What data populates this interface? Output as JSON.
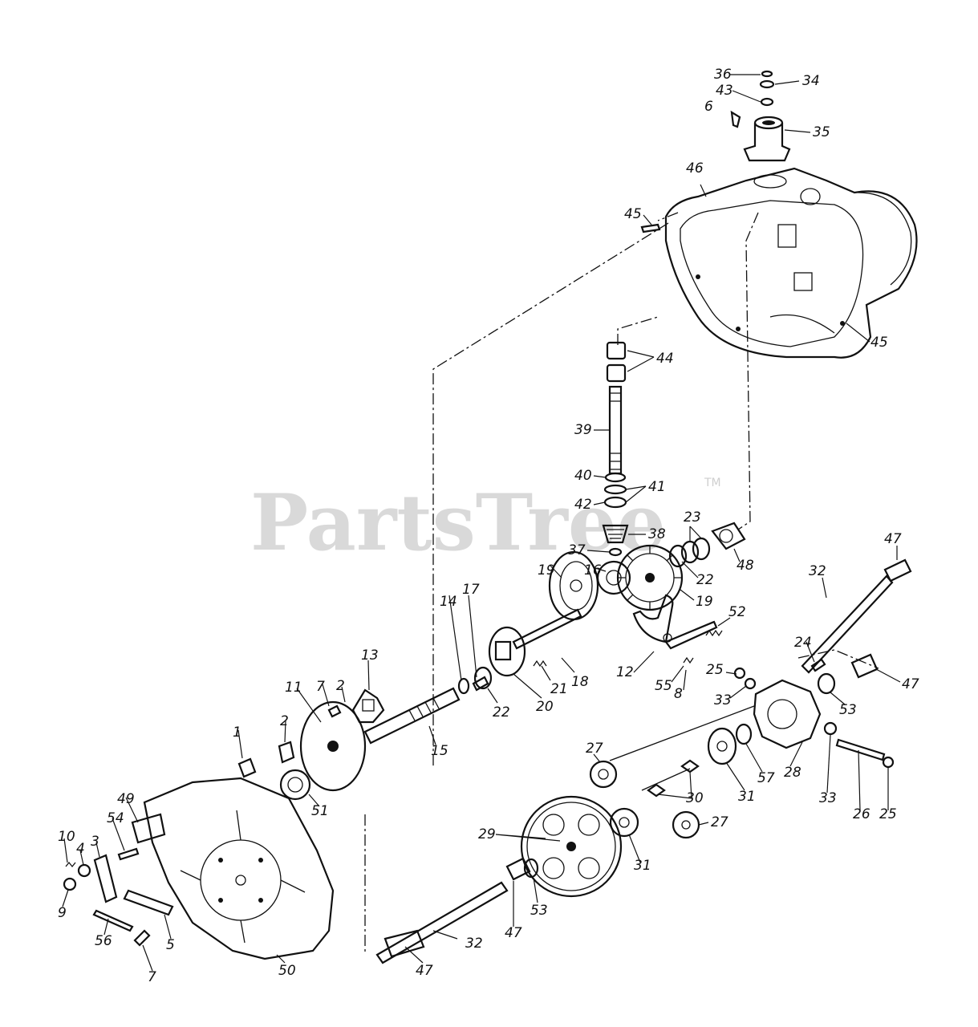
{
  "watermark": {
    "text": "PartsTree",
    "tm": "TM"
  },
  "callouts": [
    {
      "key": "c36",
      "text": "36"
    },
    {
      "key": "c34",
      "text": "34"
    },
    {
      "key": "c43",
      "text": "43"
    },
    {
      "key": "c6",
      "text": "6"
    },
    {
      "key": "c35",
      "text": "35"
    },
    {
      "key": "c46",
      "text": "46"
    },
    {
      "key": "c45a",
      "text": "45"
    },
    {
      "key": "c45b",
      "text": "45"
    },
    {
      "key": "c44",
      "text": "44"
    },
    {
      "key": "c39",
      "text": "39"
    },
    {
      "key": "c40",
      "text": "40"
    },
    {
      "key": "c41",
      "text": "41"
    },
    {
      "key": "c42",
      "text": "42"
    },
    {
      "key": "c23",
      "text": "23"
    },
    {
      "key": "c38",
      "text": "38"
    },
    {
      "key": "c37",
      "text": "37"
    },
    {
      "key": "c22a",
      "text": "22"
    },
    {
      "key": "c48",
      "text": "48"
    },
    {
      "key": "c47a",
      "text": "47"
    },
    {
      "key": "c32a",
      "text": "32"
    },
    {
      "key": "c19a",
      "text": "19"
    },
    {
      "key": "c16",
      "text": "16"
    },
    {
      "key": "c19b",
      "text": "19"
    },
    {
      "key": "c17",
      "text": "17"
    },
    {
      "key": "c14",
      "text": "14"
    },
    {
      "key": "c52",
      "text": "52"
    },
    {
      "key": "c24",
      "text": "24"
    },
    {
      "key": "c13",
      "text": "13"
    },
    {
      "key": "c12",
      "text": "12"
    },
    {
      "key": "c25a",
      "text": "25"
    },
    {
      "key": "c21",
      "text": "21"
    },
    {
      "key": "c18",
      "text": "18"
    },
    {
      "key": "c55",
      "text": "55"
    },
    {
      "key": "c8",
      "text": "8"
    },
    {
      "key": "c47b",
      "text": "47"
    },
    {
      "key": "c11",
      "text": "11"
    },
    {
      "key": "c7a",
      "text": "7"
    },
    {
      "key": "c2a",
      "text": "2"
    },
    {
      "key": "c22b",
      "text": "22"
    },
    {
      "key": "c20",
      "text": "20"
    },
    {
      "key": "c33a",
      "text": "33"
    },
    {
      "key": "c53a",
      "text": "53"
    },
    {
      "key": "c2b",
      "text": "2"
    },
    {
      "key": "c15",
      "text": "15"
    },
    {
      "key": "c1",
      "text": "1"
    },
    {
      "key": "c27a",
      "text": "27"
    },
    {
      "key": "c28",
      "text": "28"
    },
    {
      "key": "c57",
      "text": "57"
    },
    {
      "key": "c31a",
      "text": "31"
    },
    {
      "key": "c30",
      "text": "30"
    },
    {
      "key": "c51",
      "text": "51"
    },
    {
      "key": "c49",
      "text": "49"
    },
    {
      "key": "c33b",
      "text": "33"
    },
    {
      "key": "c26",
      "text": "26"
    },
    {
      "key": "c25b",
      "text": "25"
    },
    {
      "key": "c27b",
      "text": "27"
    },
    {
      "key": "c29",
      "text": "29"
    },
    {
      "key": "c3",
      "text": "3"
    },
    {
      "key": "c54",
      "text": "54"
    },
    {
      "key": "c10",
      "text": "10"
    },
    {
      "key": "c4",
      "text": "4"
    },
    {
      "key": "c31b",
      "text": "31"
    },
    {
      "key": "c9",
      "text": "9"
    },
    {
      "key": "c53b",
      "text": "53"
    },
    {
      "key": "c47c",
      "text": "47"
    },
    {
      "key": "c56",
      "text": "56"
    },
    {
      "key": "c5",
      "text": "5"
    },
    {
      "key": "c32b",
      "text": "32"
    },
    {
      "key": "c7b",
      "text": "7"
    },
    {
      "key": "c50",
      "text": "50"
    },
    {
      "key": "c47d",
      "text": "47"
    }
  ]
}
